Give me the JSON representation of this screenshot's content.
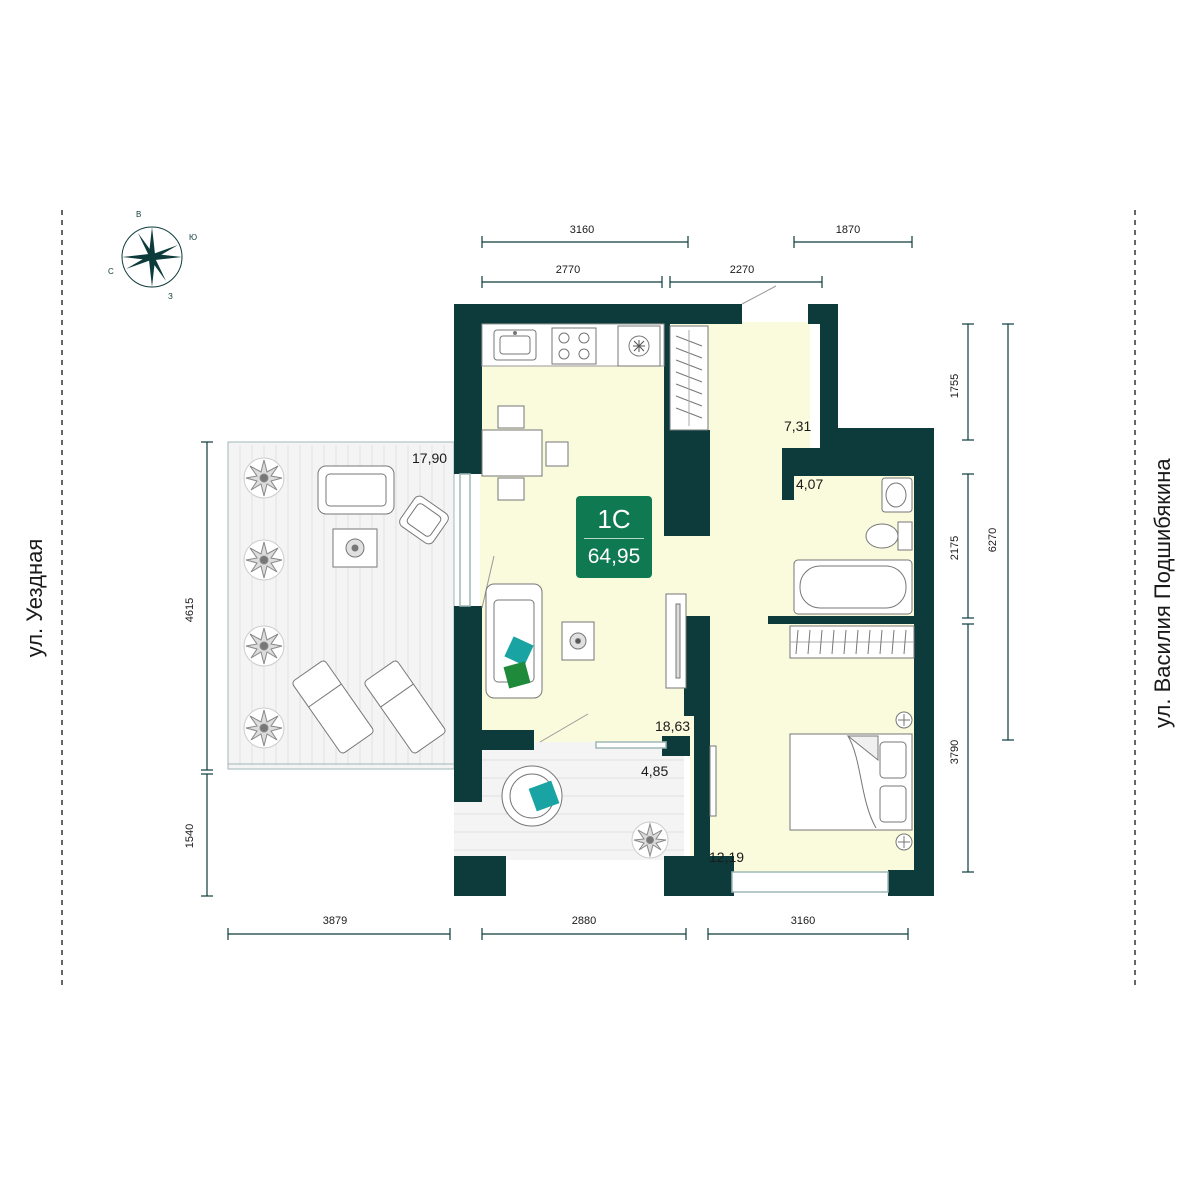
{
  "streets": {
    "left": "ул. Уездная",
    "right": "ул. Василия Подшибякина"
  },
  "compass": {
    "n": "В",
    "e": "Ю",
    "s": "З",
    "w": "С"
  },
  "apartment": {
    "type": "1С",
    "total_area": "64,95"
  },
  "rooms": {
    "terrace": "17,90",
    "hall": "7,31",
    "bathroom": "4,07",
    "living_kitchen": "18,63",
    "balcony": "4,85",
    "bedroom": "12,19"
  },
  "dimensions": {
    "top_outer_left": "3160",
    "top_outer_right": "1870",
    "top_inner_left": "2770",
    "top_inner_right": "2270",
    "bottom_left": "3879",
    "bottom_mid": "2880",
    "bottom_right": "3160",
    "left_upper": "4615",
    "left_lower": "1540",
    "right_a": "1755",
    "right_b": "2175",
    "right_c": "3790",
    "right_total": "6270"
  },
  "colors": {
    "wall": "#0d3b3b",
    "floor": "#fafadc",
    "badge": "#0f7a52",
    "accent_teal": "#1aa3a3",
    "accent_green": "#1f8a3a",
    "dimension_line": "#0d3b3b"
  }
}
